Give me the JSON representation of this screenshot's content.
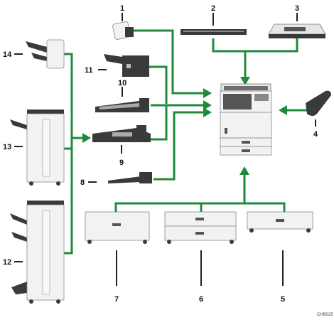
{
  "labels": {
    "l1": "1",
    "l2": "2",
    "l3": "3",
    "l4": "4",
    "l5": "5",
    "l6": "6",
    "l7": "7",
    "l8": "8",
    "l9": "9",
    "l10": "10",
    "l11": "11",
    "l12": "12",
    "l13": "13",
    "l14": "14"
  },
  "code": "CHB025",
  "colors": {
    "connector": "#1f8a3a",
    "device_dark": "#3a3a3a",
    "device_light": "#e6e6e6"
  }
}
